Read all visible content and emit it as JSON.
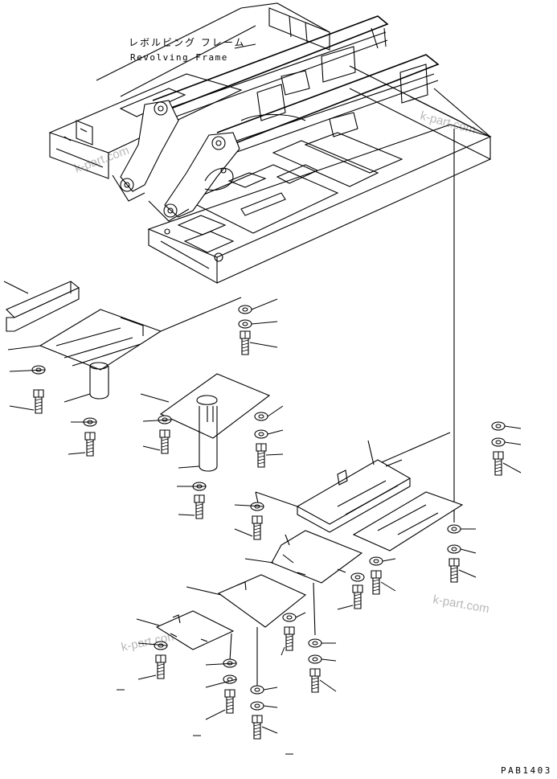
{
  "diagram": {
    "title_jp": "レボルビング フレーム",
    "title_en": "Revolving Frame",
    "figure_code": "PAB1403",
    "watermarks": [
      "k-part.com",
      "k-part.com",
      "k-part.com",
      "k-part.com"
    ]
  }
}
